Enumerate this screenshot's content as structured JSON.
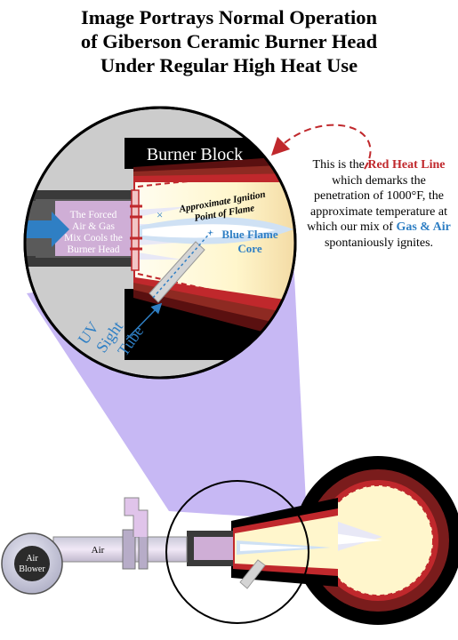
{
  "title": {
    "line1": "Image Portrays Normal Operation",
    "line2": "of Giberson Ceramic Burner Head",
    "line3": "Under Regular High Heat Use"
  },
  "labels": {
    "burner_block": "Burner Block",
    "forced_air": [
      "The Forced",
      "Air & Gas",
      "Mix Cools the",
      "Burner Head"
    ],
    "ignition": [
      "Approximate Ignition",
      "Point of Flame"
    ],
    "blue_flame": [
      "Blue Flame",
      "Core"
    ],
    "uv_sight_tube": [
      "UV",
      "Sight",
      "Tube"
    ],
    "air_blower": [
      "Air",
      "Blower"
    ],
    "air_pipe": "Air"
  },
  "note": {
    "pre": "This is the ",
    "heat_line": "Red Heat Line",
    "mid": " which demarks the penetration of 1000°F, the approximate temperature at which our mix of ",
    "gas_air": "Gas & Air",
    "post": " spontaniously ignites."
  },
  "colors": {
    "heat_line": "#c0282c",
    "flame_blue": "#2f7fc4",
    "burner_block": "#000000",
    "zoom_purple": "#c7b8f4",
    "grey_background": "#cccccc",
    "air_mix": "#cfaed6"
  }
}
